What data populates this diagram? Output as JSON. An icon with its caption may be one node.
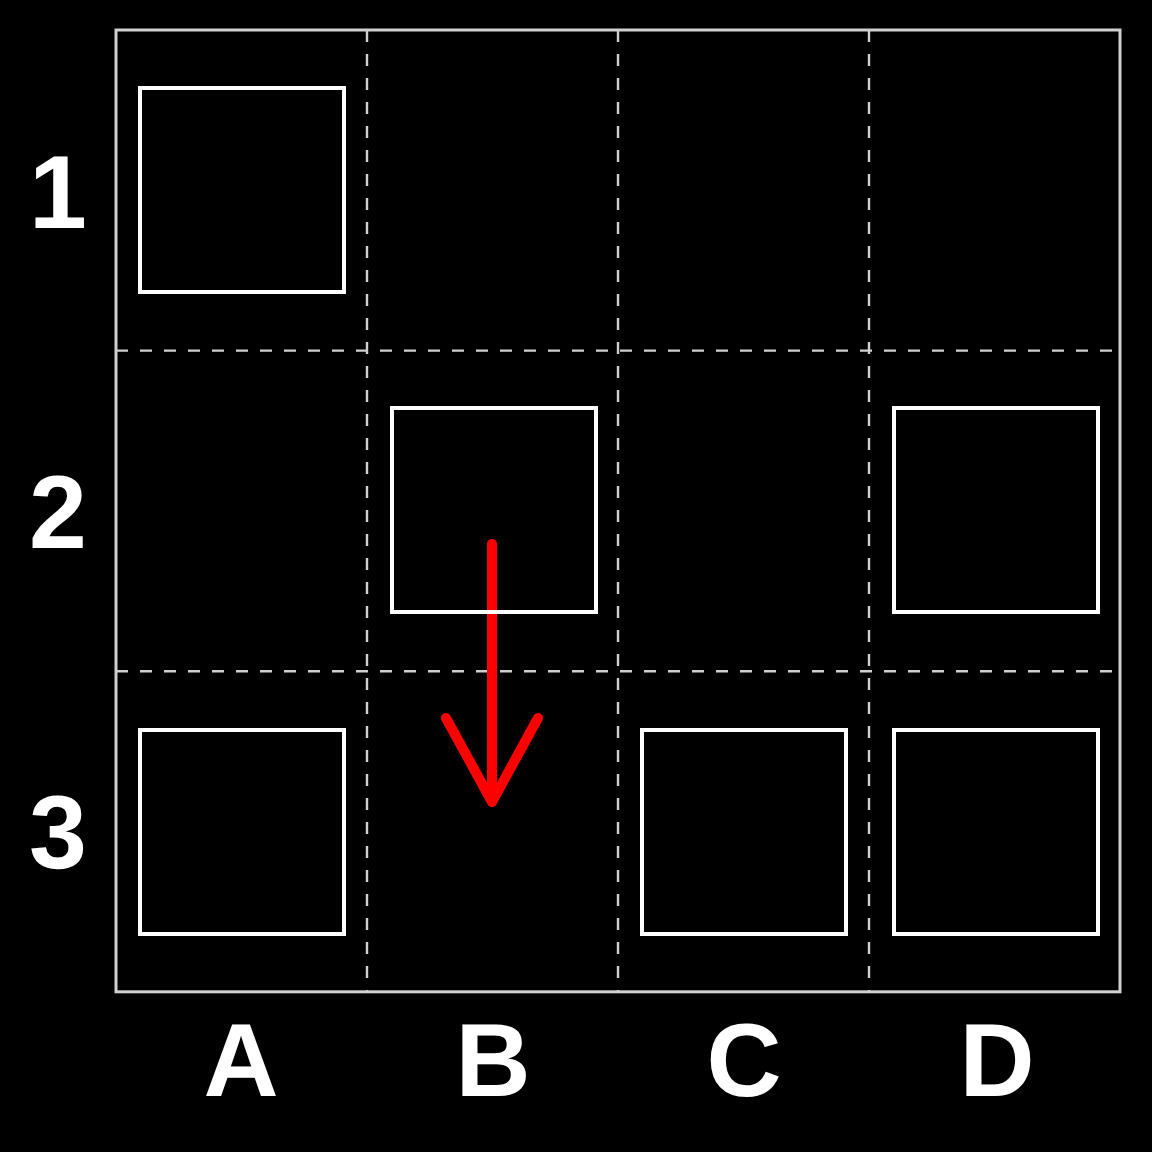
{
  "diagram": {
    "nodes": [
      {
        "text": [],
        "shape": "box"
      },
      {
        "text": [],
        "shape": "box"
      },
      {
        "text": [],
        "shape": "box"
      },
      {
        "text": [],
        "shape": "box"
      },
      {
        "text": [],
        "shape": "box"
      },
      {
        "text": [],
        "shape": "box"
      }
    ],
    "labels": [
      "1",
      "2",
      "3",
      "A",
      "B",
      "C",
      "D"
    ]
  }
}
